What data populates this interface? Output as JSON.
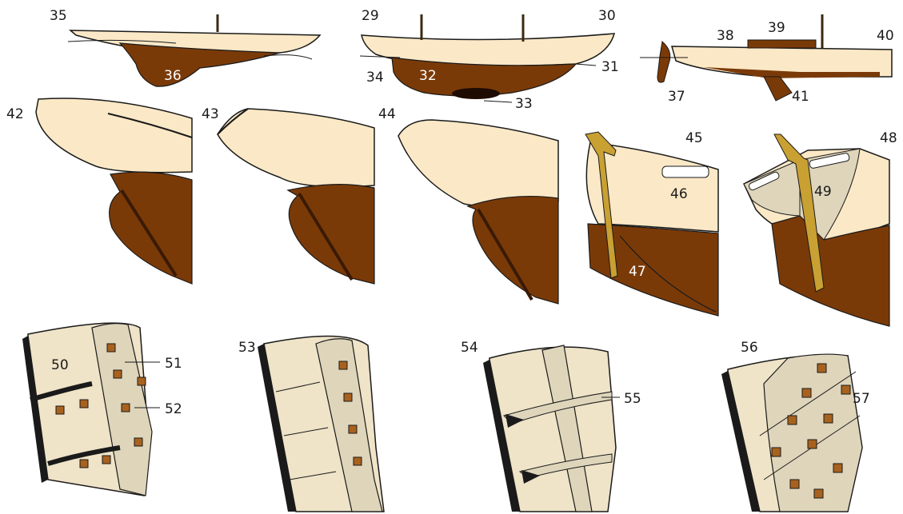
{
  "colors": {
    "hull": "#fbe8c6",
    "keel": "#7a3a08",
    "keel_dark": "#3a1a04",
    "mast": "#6b4a1e",
    "rudder_gold": "#c9a032",
    "plank": "#efe3c8",
    "frame": "#ded5bb",
    "bolt": "#a8621e",
    "outline": "#1a1a1a",
    "label_light": "#ffffff"
  },
  "labels": {
    "n29": "29",
    "n30": "30",
    "n31": "31",
    "n32": "32",
    "n33": "33",
    "n34": "34",
    "n35": "35",
    "n36": "36",
    "n37": "37",
    "n38": "38",
    "n39": "39",
    "n40": "40",
    "n41": "41",
    "n42": "42",
    "n43": "43",
    "n44": "44",
    "n45": "45",
    "n46": "46",
    "n47": "47",
    "n48": "48",
    "n49": "49",
    "n50": "50",
    "n51": "51",
    "n52": "52",
    "n53": "53",
    "n54": "54",
    "n55": "55",
    "n56": "56",
    "n57": "57"
  }
}
